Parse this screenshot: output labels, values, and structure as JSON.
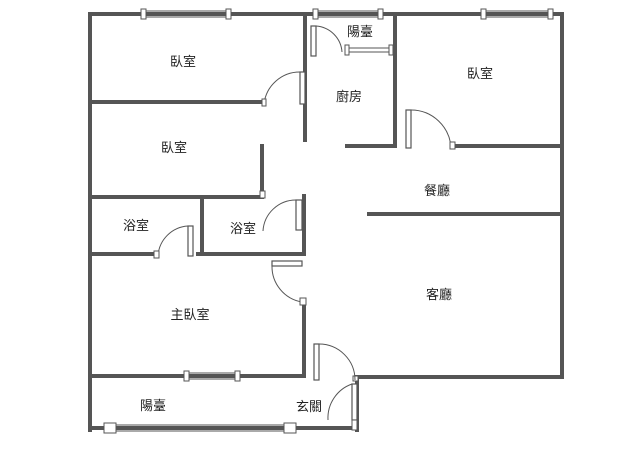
{
  "floor_plan": {
    "rooms": [
      {
        "id": "bedroom-nw",
        "label": "臥室"
      },
      {
        "id": "balcony-top",
        "label": "陽臺"
      },
      {
        "id": "kitchen",
        "label": "廚房"
      },
      {
        "id": "bedroom-ne",
        "label": "臥室"
      },
      {
        "id": "bedroom-w",
        "label": "臥室"
      },
      {
        "id": "dining",
        "label": "餐廳"
      },
      {
        "id": "bath-1",
        "label": "浴室"
      },
      {
        "id": "bath-2",
        "label": "浴室"
      },
      {
        "id": "living",
        "label": "客廳"
      },
      {
        "id": "master-bedroom",
        "label": "主臥室"
      },
      {
        "id": "balcony-bottom",
        "label": "陽臺"
      },
      {
        "id": "entrance",
        "label": "玄關"
      }
    ],
    "colors": {
      "wall": "#555555",
      "text": "#222222",
      "background": "#ffffff"
    }
  }
}
